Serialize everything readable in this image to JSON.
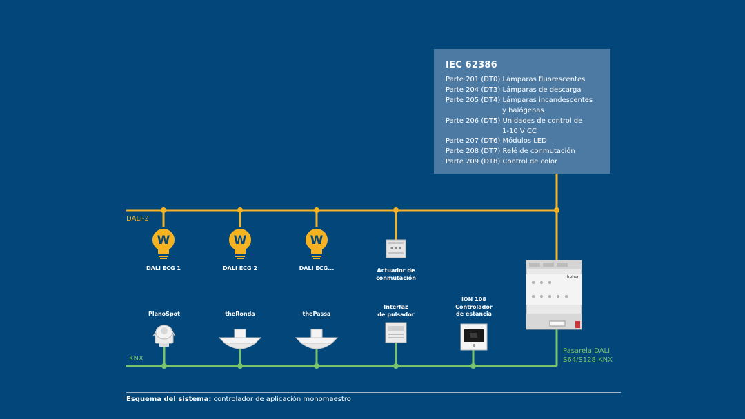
{
  "iec": {
    "title": "IEC 62386",
    "lines": [
      "Parte 201 (DT0) Lámparas fluorescentes",
      "Parte 204 (DT3) Lámparas de descarga",
      "Parte 205 (DT4) Lámparas incandescentes",
      "y halógenas",
      "Parte 206 (DT5) Unidades de control de",
      "1-10 V CC",
      "Parte 207 (DT6) Módulos LED",
      "Parte 208 (DT7) Relé de conmutación",
      "Parte 209 (DT8) Control de color"
    ]
  },
  "buses": {
    "dali": {
      "label": "DALI-2",
      "color": "#f5b324"
    },
    "knx": {
      "label": "KNX",
      "color": "#79c36a"
    }
  },
  "dali_devices": {
    "ecg1": "DALI ECG 1",
    "ecg2": "DALI ECG 2",
    "ecg3": "DALI ECG...",
    "actuator_line1": "Actuador de",
    "actuator_line2": "conmutación"
  },
  "knx_devices": {
    "planospot": "PlanoSpot",
    "theronda": "theRonda",
    "thepassa": "thePassa",
    "interface_line1": "Interfaz",
    "interface_line2": "de pulsador",
    "ion_line1": "iON 108",
    "ion_line2": "Controlador",
    "ion_line3": "de estancia"
  },
  "gateway": {
    "line1": "Pasarela DALI",
    "line2": "S64/S128 KNX",
    "brand": "theben"
  },
  "caption": {
    "bold": "Esquema del sistema:",
    "rest": " controlador de aplicación monomaestro"
  },
  "colors": {
    "background": "#034679",
    "box": "#4c7aa3",
    "bulb": "#f5b324"
  }
}
